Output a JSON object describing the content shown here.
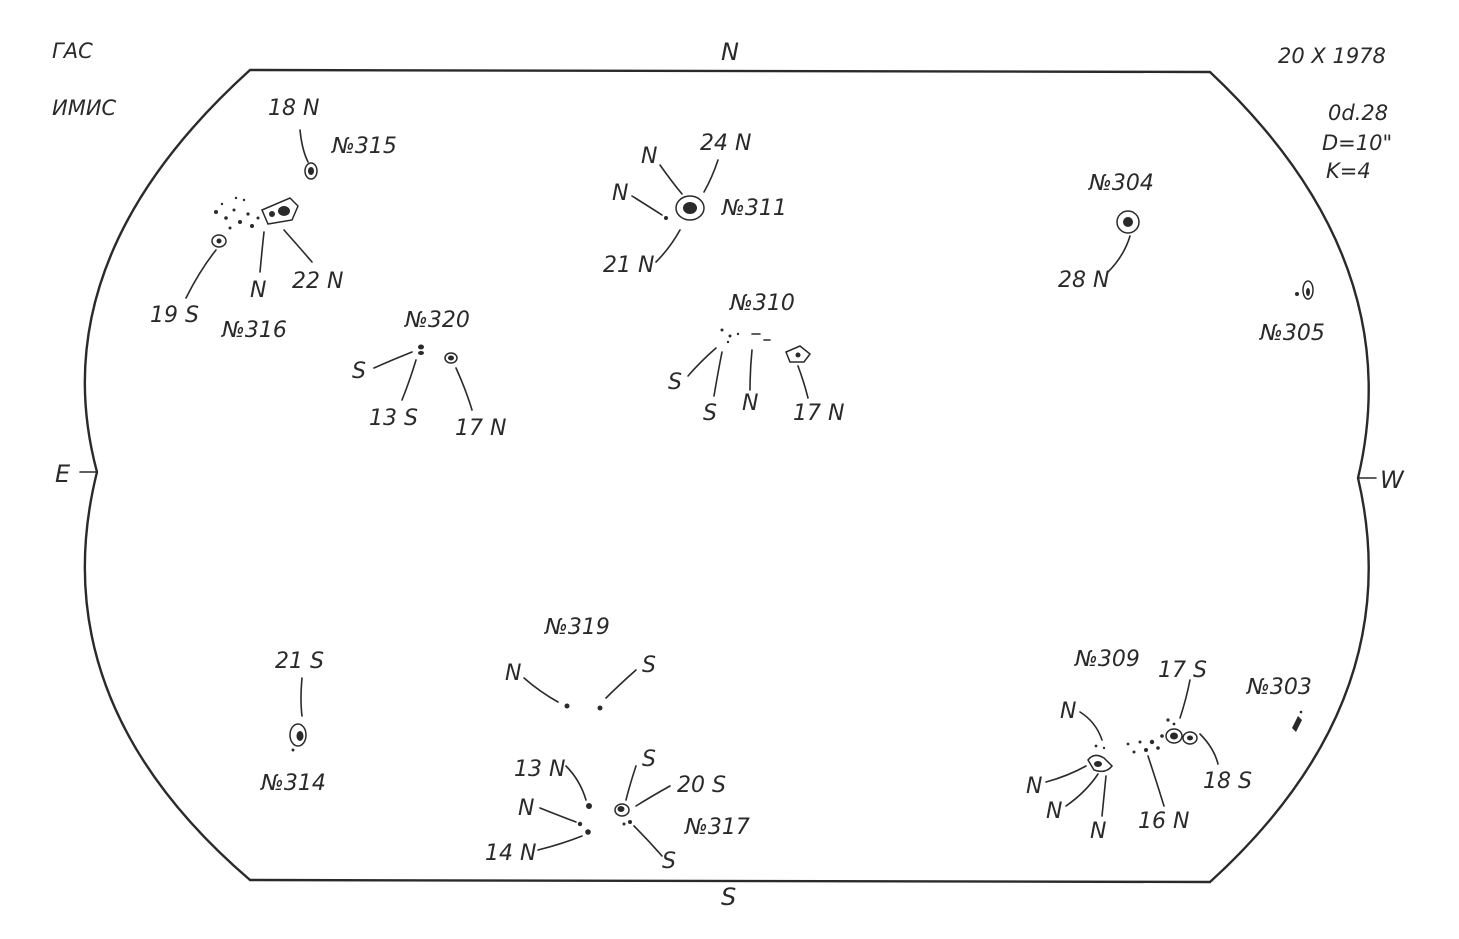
{
  "header": {
    "observatory": "ГАС",
    "institute": "ИМИС",
    "date": "20 X 1978",
    "time": "0d.28",
    "diameter": "D=10\"",
    "k_index": "K=4"
  },
  "compass": {
    "north": "N",
    "south": "S",
    "east": "E",
    "west": "W"
  },
  "labels": {
    "g315": {
      "number": "№315",
      "lat": "18 N"
    },
    "g316": {
      "number": "№316",
      "l19s": "19 S",
      "n": "N",
      "l22n": "22 N"
    },
    "g311": {
      "number": "№311",
      "n1": "N",
      "n2": "N",
      "l24n": "24 N",
      "l21n": "21 N"
    },
    "g320": {
      "number": "№320",
      "s": "S",
      "l13s": "13 S",
      "l17n": "17 N"
    },
    "g310": {
      "number": "№310",
      "s1": "S",
      "s2": "S",
      "n": "N",
      "l17n": "17 N"
    },
    "g304": {
      "number": "№304",
      "l28n": "28 N"
    },
    "g305": {
      "number": "№305"
    },
    "g314": {
      "number": "№314",
      "l21s": "21 S"
    },
    "g319": {
      "number": "№319",
      "n": "N",
      "s": "S"
    },
    "g317": {
      "number": "№317",
      "l13n": "13 N",
      "n": "N",
      "l14n": "14 N",
      "s1": "S",
      "l20s": "20 S",
      "s2": "S"
    },
    "g309": {
      "number": "№309",
      "n1": "N",
      "n2": "N",
      "n3": "N",
      "n4": "N",
      "l17s": "17 S",
      "l18s": "18 S",
      "l16n": "16 N"
    },
    "g303": {
      "number": "№303"
    }
  }
}
